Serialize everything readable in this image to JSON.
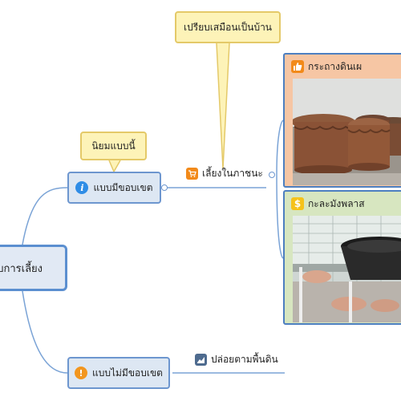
{
  "diagram": {
    "root": {
      "label": "บการเลี้ยง"
    },
    "branches": [
      {
        "id": "bounded",
        "label": "แบบมีขอบเขต",
        "icon": "info-icon"
      },
      {
        "id": "unbounded",
        "label": "แบบไม่มีขอบเขต",
        "icon": "exclamation-icon"
      }
    ],
    "callouts": {
      "popular": "นิยมแบบนี้",
      "house": "เปรียบเสมือนเป็นบ้าน"
    },
    "subtopics": {
      "container": {
        "label": "เลี้ยงในภาชนะ",
        "icon": "cart-icon"
      },
      "ground": {
        "label": "ปล่อยตามพื้นดิน",
        "icon": "chart-icon"
      }
    },
    "cards": [
      {
        "id": "clay",
        "title": "กระถางดินเผ",
        "icon": "thumbs-up-icon"
      },
      {
        "id": "plastic",
        "title": "กะละมังพลาส",
        "icon": "dollar-icon"
      }
    ],
    "colors": {
      "line": "#7aa3d6",
      "node_fill": "#dde7f3",
      "node_border": "#6d96cf",
      "callout_fill": "#fdf3b8",
      "clay_card": "#f6c6a4",
      "plastic_card": "#d7e6c0"
    }
  }
}
